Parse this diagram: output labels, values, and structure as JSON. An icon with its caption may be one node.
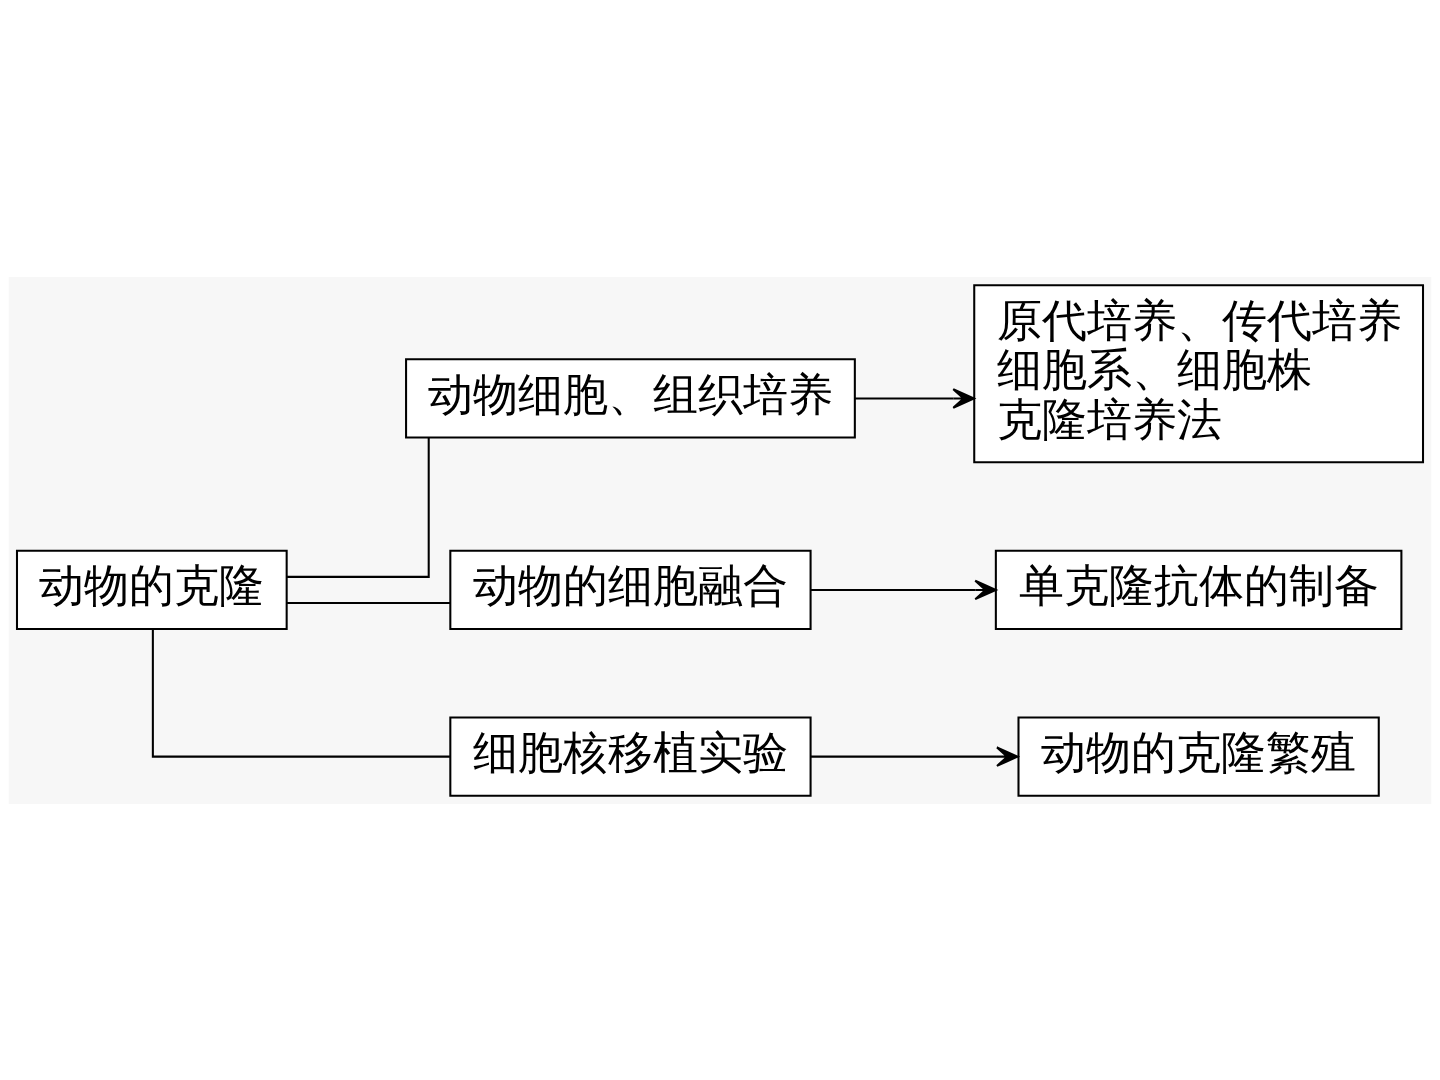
{
  "diagram": {
    "nodes": [
      {
        "text": [
          "动物的克隆"
        ]
      },
      {
        "text": [
          "动物细胞、组织培养"
        ]
      },
      {
        "text": [
          "原代培养、传代培养",
          "细胞系、细胞株",
          "克隆培养法"
        ]
      },
      {
        "text": [
          "动物的细胞融合"
        ]
      },
      {
        "text": [
          "单克隆抗体的制备"
        ]
      },
      {
        "text": [
          "细胞核移植实验"
        ]
      },
      {
        "text": [
          "动物的克隆繁殖"
        ]
      }
    ],
    "edges": [
      {
        "from": 0,
        "to": 1,
        "arrow": "none"
      },
      {
        "from": 0,
        "to": 3,
        "arrow": "none"
      },
      {
        "from": 0,
        "to": 5,
        "arrow": "none"
      },
      {
        "from": 1,
        "to": 2,
        "arrow": "to"
      },
      {
        "from": 3,
        "to": 4,
        "arrow": "to"
      },
      {
        "from": 5,
        "to": 6,
        "arrow": "to"
      }
    ]
  }
}
